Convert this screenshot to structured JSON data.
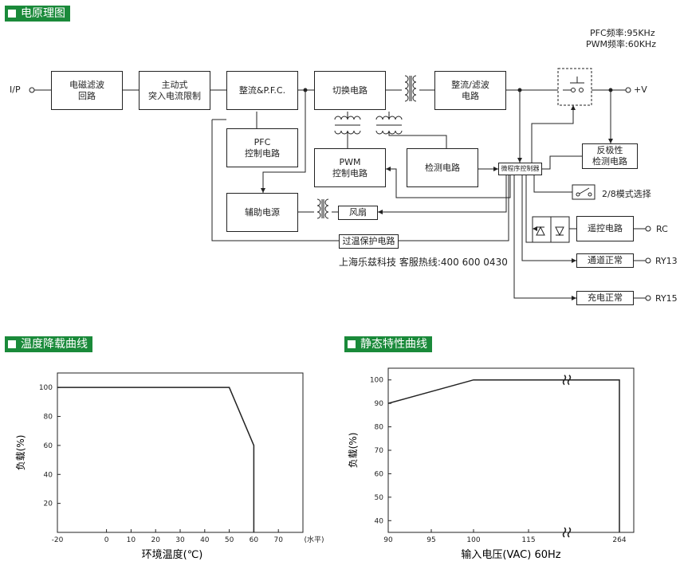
{
  "sections": {
    "circuit_title": "电原理图",
    "derating_title": "温度降载曲线",
    "static_title": "静态特性曲线"
  },
  "freq": {
    "pfc": "PFC频率:95KHz",
    "pwm": "PWM频率:60KHz"
  },
  "blocks": {
    "emi": "电磁滤波\n回路",
    "inrush": "主动式\n突入电流限制",
    "rect_pfc": "整流&P.F.C.",
    "switching": "切换电路",
    "output_rect": "整流/滤波\n电路",
    "pfc_ctrl": "PFC\n控制电路",
    "pwm_ctrl": "PWM\n控制电路",
    "detect": "检测电路",
    "mcu": "微程序控制器",
    "reverse_det": "反极性\n检测电路",
    "aux_power": "辅助电源",
    "fan": "风扇",
    "otp": "过温保护电路",
    "mode_select": "2/8模式选择",
    "remote": "遥控电路",
    "normal": "通道正常",
    "charge": "充电正常"
  },
  "terminals": {
    "input": "I/P",
    "output": "+V",
    "rc": "RC",
    "ry13": "RY13",
    "ry15": "RY15"
  },
  "hotline": "上海乐兹科技 客服热线:400 600 0430",
  "chart_data": [
    {
      "type": "line",
      "title": "温度降载曲线",
      "xlabel": "环境温度(℃)",
      "ylabel": "负载(%)",
      "x_unit_note": "(水平)",
      "xlim": [
        -20,
        80
      ],
      "ylim": [
        0,
        110
      ],
      "xticks": [
        -20,
        0,
        10,
        20,
        30,
        40,
        50,
        60,
        70
      ],
      "yticks": [
        20,
        40,
        60,
        80,
        100
      ],
      "series": [
        {
          "x": [
            -20,
            50,
            60,
            60
          ],
          "y": [
            100,
            100,
            60,
            0
          ]
        }
      ]
    },
    {
      "type": "line",
      "title": "静态特性曲线",
      "xlabel": "输入电压(VAC) 60Hz",
      "ylabel": "负载(%)",
      "xticks": [
        "90",
        "95",
        "100",
        "115",
        "264"
      ],
      "yticks": [
        40,
        50,
        60,
        70,
        80,
        90,
        100
      ],
      "ylim": [
        35,
        105
      ],
      "axis_break": true,
      "series": [
        {
          "x": [
            "90",
            "100",
            "264",
            "264"
          ],
          "y": [
            90,
            100,
            100,
            35
          ]
        }
      ]
    }
  ]
}
